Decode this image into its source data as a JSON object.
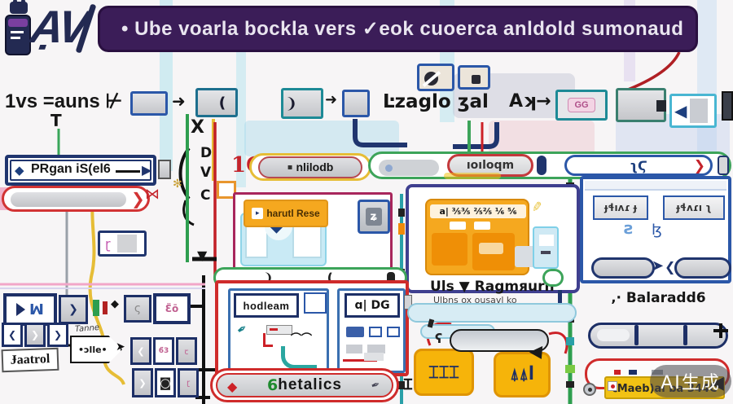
{
  "palette": {
    "banner_bg": "#3b1d58",
    "navy": "#1d2f66",
    "blue": "#2b57a8",
    "red": "#cc2127",
    "crimson": "#a8265c",
    "orange": "#f5a81f",
    "yellow": "#e6bd36",
    "green": "#2e9e4f",
    "teal": "#2aa0a8"
  },
  "logo": {
    "text": "ẠV"
  },
  "banner": {
    "text": "• Ube voarla bockla vers ✓eok cuoerca anldold sumonaud"
  },
  "row1": {
    "label_left": "1vs =auns ⊬",
    "tee": "Τ",
    "label_mid": "Ŀzaglo ʒal",
    "label_ax": "Aʞ→",
    "gg": "GG"
  },
  "column": {
    "x": "X",
    "d": "D",
    "v": "V",
    "c": "C",
    "red": "1C"
  },
  "row2": {
    "organ_label": "PRgan iS(el6",
    "pill1_bullet": "▪",
    "pill1": "nlilodb",
    "pill2": "ıoıloqm",
    "pill3": "ʅϚ"
  },
  "shared": {
    "header": "harutl Rese",
    "header_arrow": "▸",
    "icon": "ʑ"
  },
  "orange": {
    "glyph_row": "a| ⅗⅗ ⅖⅖ ⅙ ⅚"
  },
  "captions": {
    "ub1": "Uls ▼ Ragmяurn",
    "ub2": "Ulbns ox ousavl ko",
    "bal": "‚· Balaradd6"
  },
  "rpanel": {
    "g1": "ɟɬıʌɾ ɟ",
    "g2": "ɟɬʌɾı ʅ",
    "s1": "ƨ",
    "s2": "ɮ"
  },
  "module": {
    "header": "hodleam",
    "adg": "ɑ| DG",
    "marks": "⌒⌒"
  },
  "metalics": {
    "num": "6",
    "label": "hetalics"
  },
  "bleft": {
    "teatrol": "Ɉaatrol",
    "tanne": "Tanne",
    "callout": "•ɔlle•",
    "m": "ꟽ",
    "co": "Ɛ̈ō",
    "b63": "6̈3",
    "sig": "ς",
    "tq": "ꞇ",
    "rq": "ɽ"
  },
  "bmid": {
    "comb1": "⌶⌶⌶",
    "comb2": "⍋⍋ꟾ",
    "comma": "ʕ"
  },
  "bright": {
    "ylabel": "ꞓMaeb)al ba 344C"
  },
  "watermark": "AI生成",
  "glyphs": {
    "diamond": "◆",
    "chev_r": "❯",
    "chev_l": "❮",
    "play": "▶",
    "tri": "➤",
    "bowtie": "⋈",
    "down": "▼",
    "star": "✻",
    "paren": "⟮",
    "pl": "❩",
    "pr": "❪",
    "squig": "Ϟ",
    "pen": "✒",
    "pencil": "✎",
    "target": "◙",
    "ibar": "Ɪ",
    "ltri": "◀",
    "dash": "—",
    "arrow": "➜"
  }
}
